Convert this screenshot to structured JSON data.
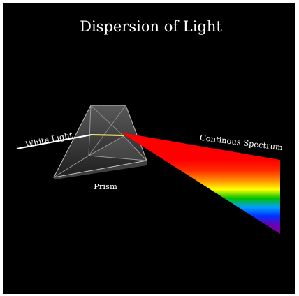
{
  "diagram": {
    "title": "Dispersion of Light",
    "labels": {
      "incoming": "White Light",
      "prism": "Prism",
      "output": "Continous Spectrum"
    }
  },
  "colors": {
    "background": "#000000",
    "text": "#ffffff",
    "spectrum": [
      "#ff0000",
      "#ff7f00",
      "#ffff00",
      "#00c000",
      "#00a0ff",
      "#0000ff",
      "#6a00b0",
      "#8000a0"
    ]
  }
}
